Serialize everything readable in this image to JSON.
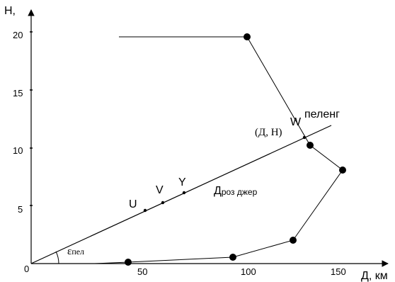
{
  "axes": {
    "y_title": "Н,",
    "x_title": "Д, км",
    "origin_label": "0",
    "x_ticks": [
      "50",
      "100",
      "150"
    ],
    "y_ticks": [
      "5",
      "10",
      "15",
      "20"
    ]
  },
  "labels": {
    "bearing_line": "пеленг",
    "point_dh": "(Д, Н)",
    "point_w": "W",
    "point_u": "U",
    "point_v": "V",
    "point_y": "Y",
    "d_main": "Д",
    "d_sub": "роз джер",
    "eps_main": "ε",
    "eps_sub": "пел"
  },
  "colors": {
    "stroke": "#000000",
    "background": "#ffffff"
  }
}
